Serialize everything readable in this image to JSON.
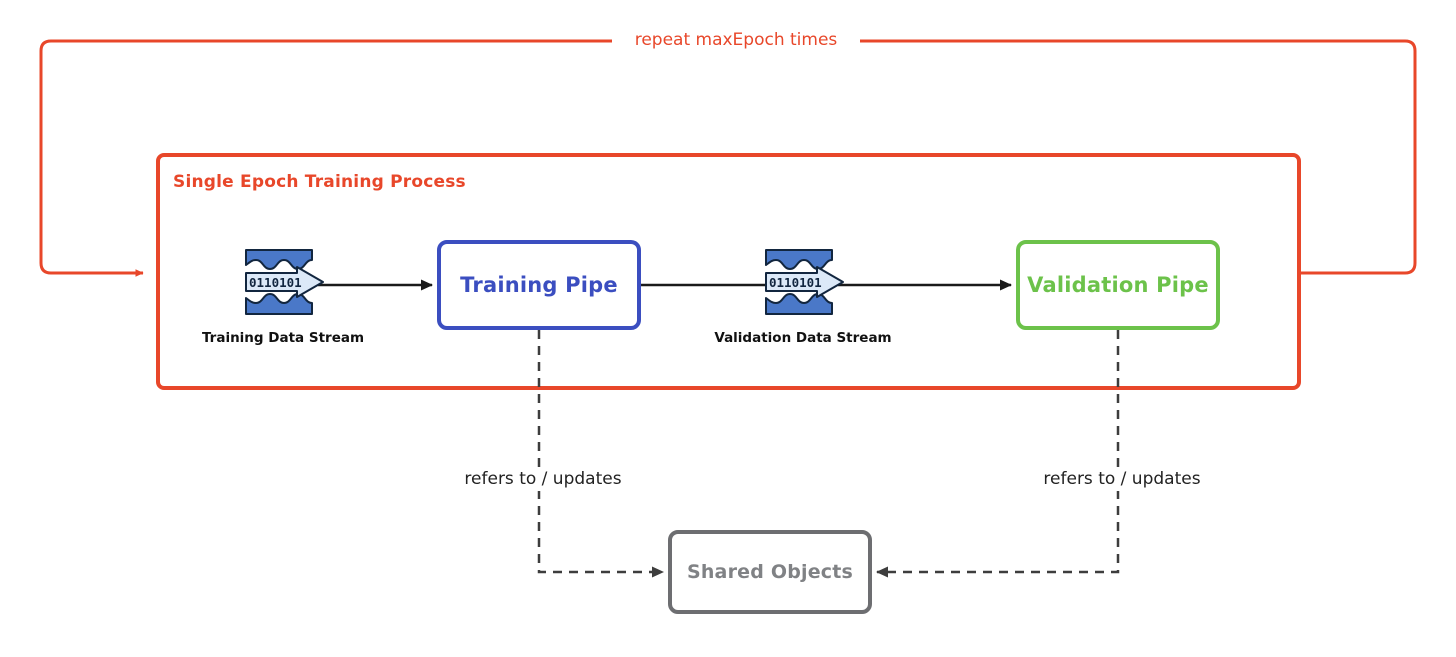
{
  "diagram": {
    "title": "Single Epoch Training Process",
    "loop_caption": "repeat maxEpoch times",
    "colors": {
      "loop": "#e8472a",
      "group_border": "#e8472a",
      "training": "#3b4ec0",
      "validation": "#6cc24a",
      "shared": "#6d6e71",
      "shared_text": "#808285",
      "arrow": "#1a1a1a",
      "stream_blue": "#4a78c8",
      "stream_blue_light": "#cfe0f5",
      "background": "#ffffff"
    },
    "nodes": {
      "training_pipe": {
        "label": "Training Pipe"
      },
      "validation_pipe": {
        "label": "Validation Pipe"
      },
      "shared_objects": {
        "label": "Shared Objects"
      },
      "training_stream": {
        "label": "Training Data Stream",
        "icon": "data-stream-icon",
        "bits": "0110101"
      },
      "validation_stream": {
        "label": "Validation Data Stream",
        "icon": "data-stream-icon",
        "bits": "0110101"
      }
    },
    "edges": [
      {
        "from": "training_stream",
        "to": "training_pipe",
        "label": "",
        "style": "solid"
      },
      {
        "from": "training_pipe",
        "to": "validation_stream",
        "label": "",
        "style": "solid"
      },
      {
        "from": "validation_stream",
        "to": "validation_pipe",
        "label": "",
        "style": "solid"
      },
      {
        "from": "training_pipe",
        "to": "shared_objects",
        "label": "refers to / updates",
        "style": "dashed"
      },
      {
        "from": "validation_pipe",
        "to": "shared_objects",
        "label": "refers to / updates",
        "style": "dashed"
      }
    ],
    "edge_labels": {
      "left": "refers to / updates",
      "right": "refers to / updates"
    }
  }
}
